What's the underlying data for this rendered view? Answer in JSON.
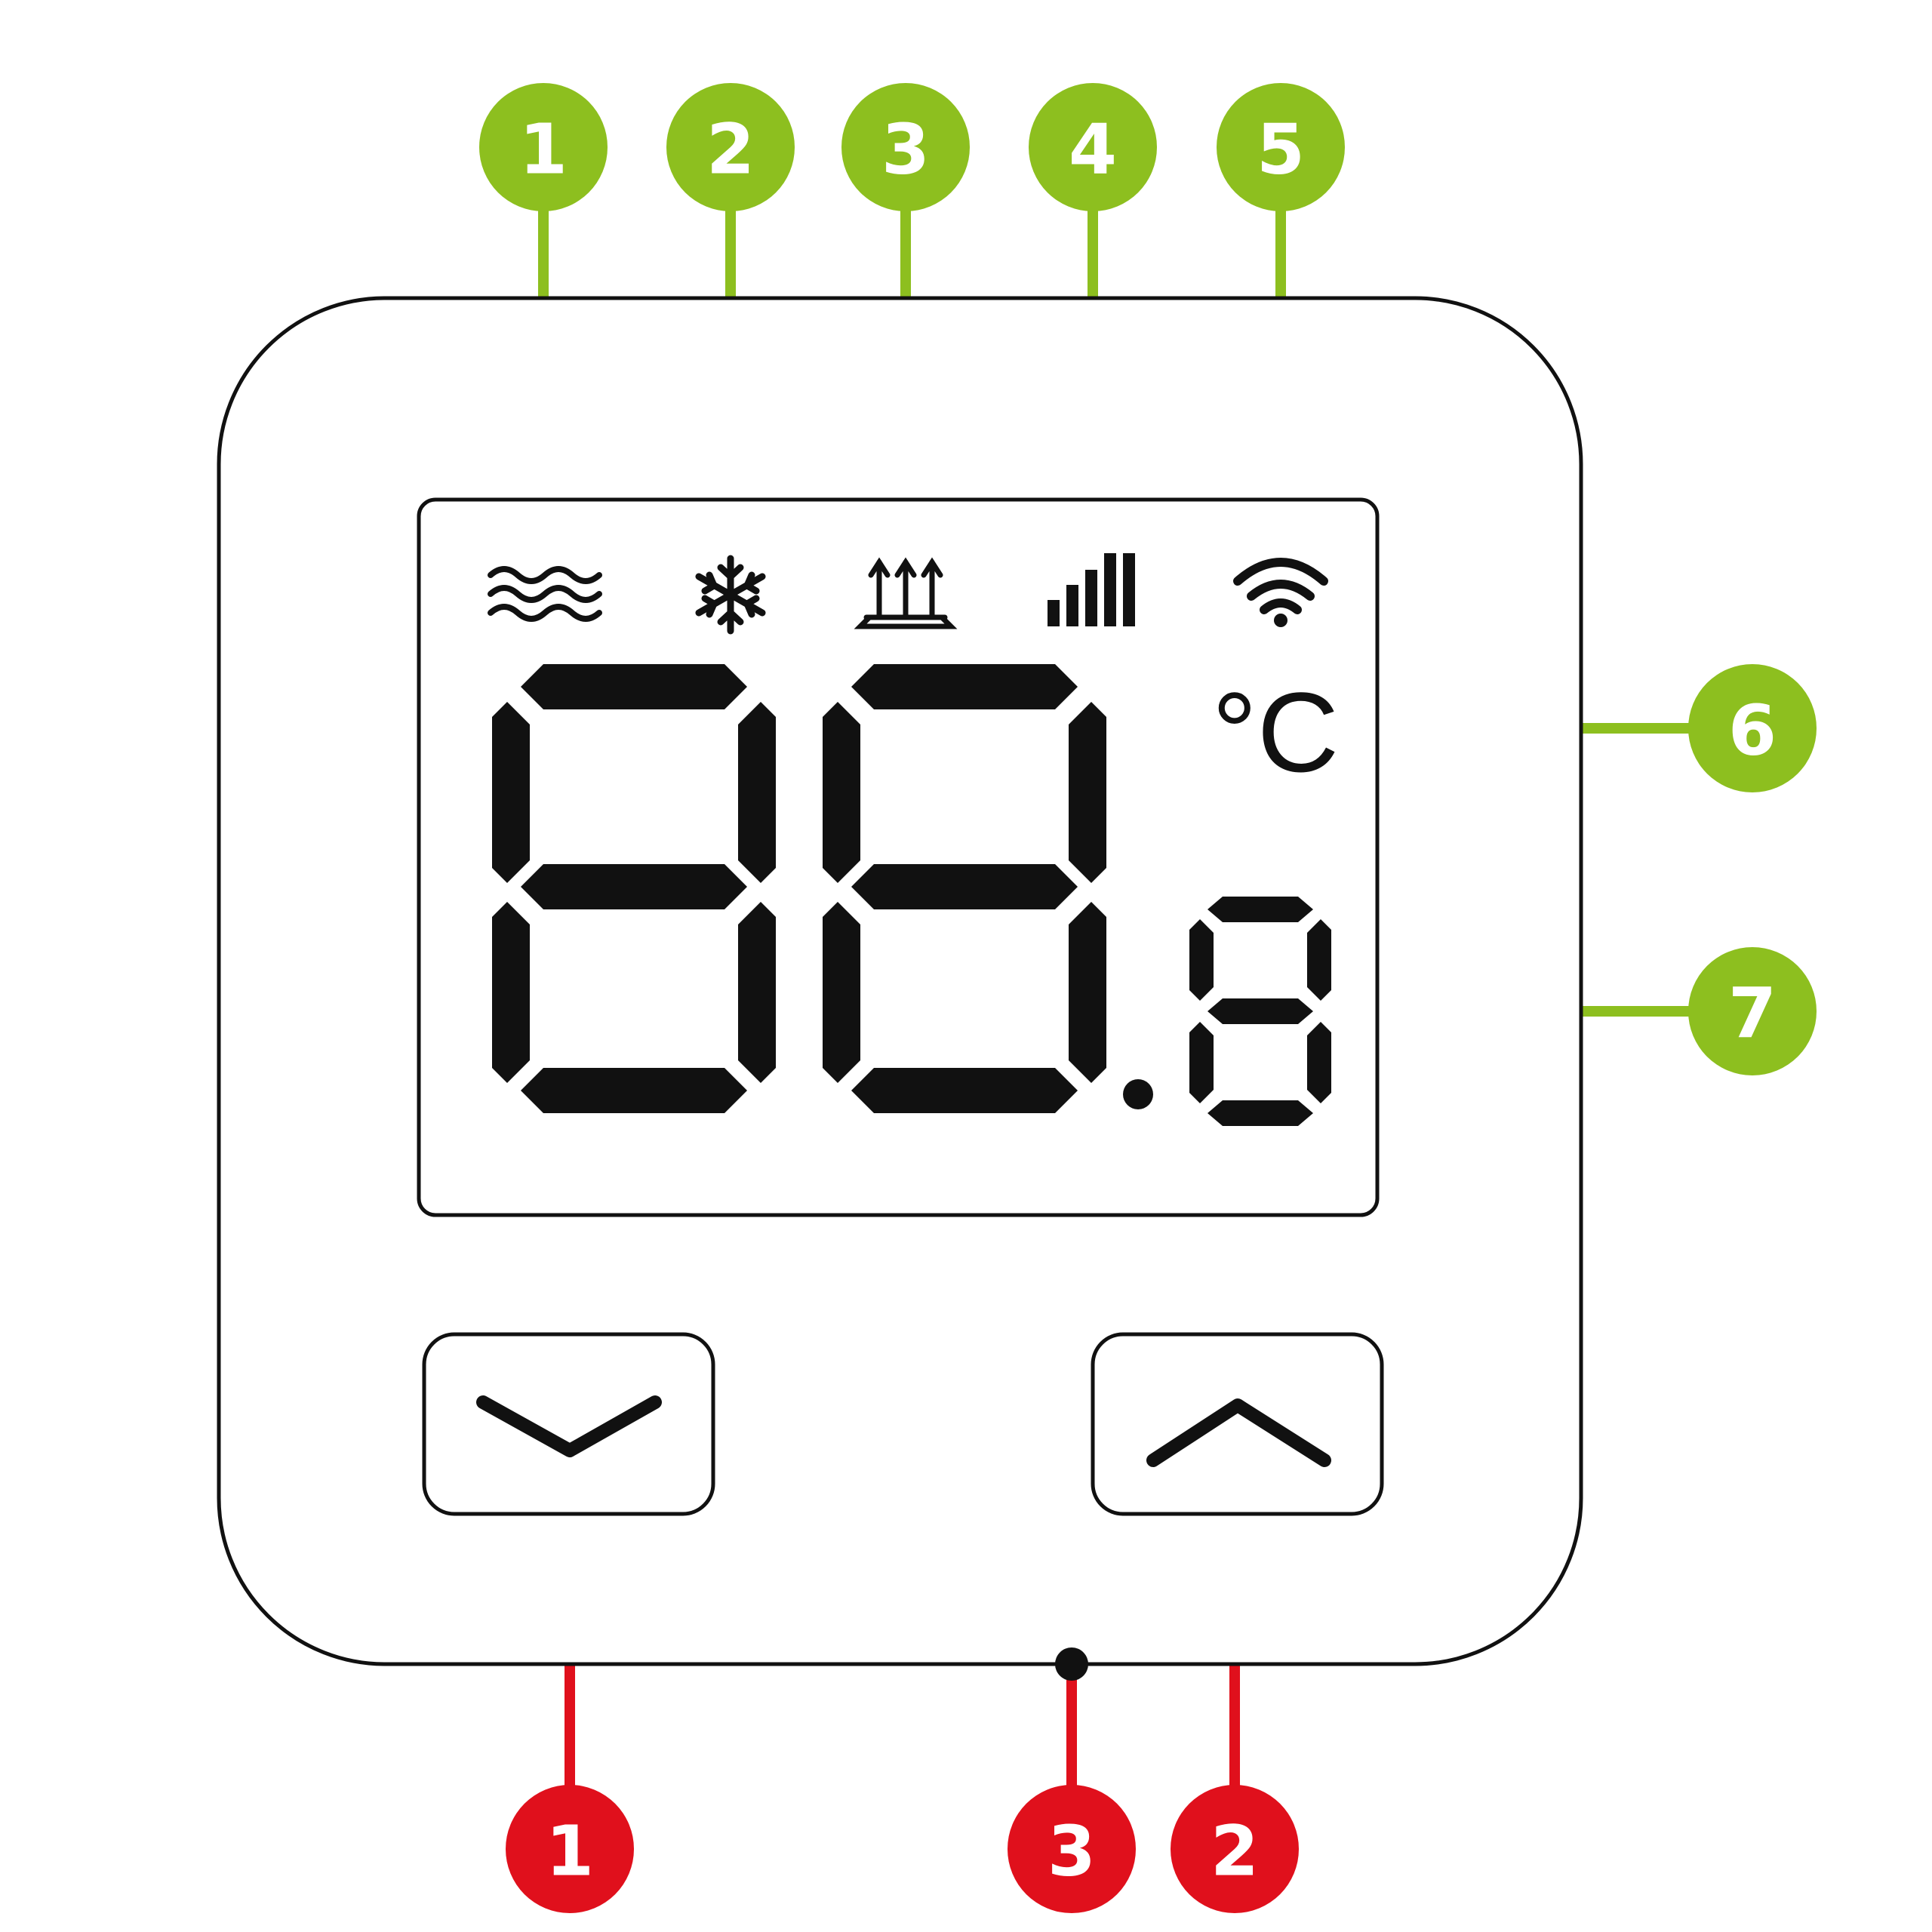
{
  "colors": {
    "green": "#8dbf1f",
    "red": "#e0101c",
    "ink": "#111111",
    "paper": "#ffffff"
  },
  "indicators": [
    {
      "icon": "floor-heating-waves-icon",
      "callout": "1"
    },
    {
      "icon": "snowflake-icon",
      "callout": "2"
    },
    {
      "icon": "radiator-heat-icon",
      "callout": "3"
    },
    {
      "icon": "signal-bars-icon",
      "callout": "4"
    },
    {
      "icon": "wifi-icon",
      "callout": "5"
    }
  ],
  "display": {
    "unit": "°C",
    "unit_callout": "6",
    "decimal_callout": "7"
  },
  "buttons": {
    "down": {
      "icon": "chevron-down-icon",
      "callout": "1"
    },
    "up": {
      "icon": "chevron-up-icon",
      "callout": "2"
    },
    "reset_callout": "3"
  }
}
